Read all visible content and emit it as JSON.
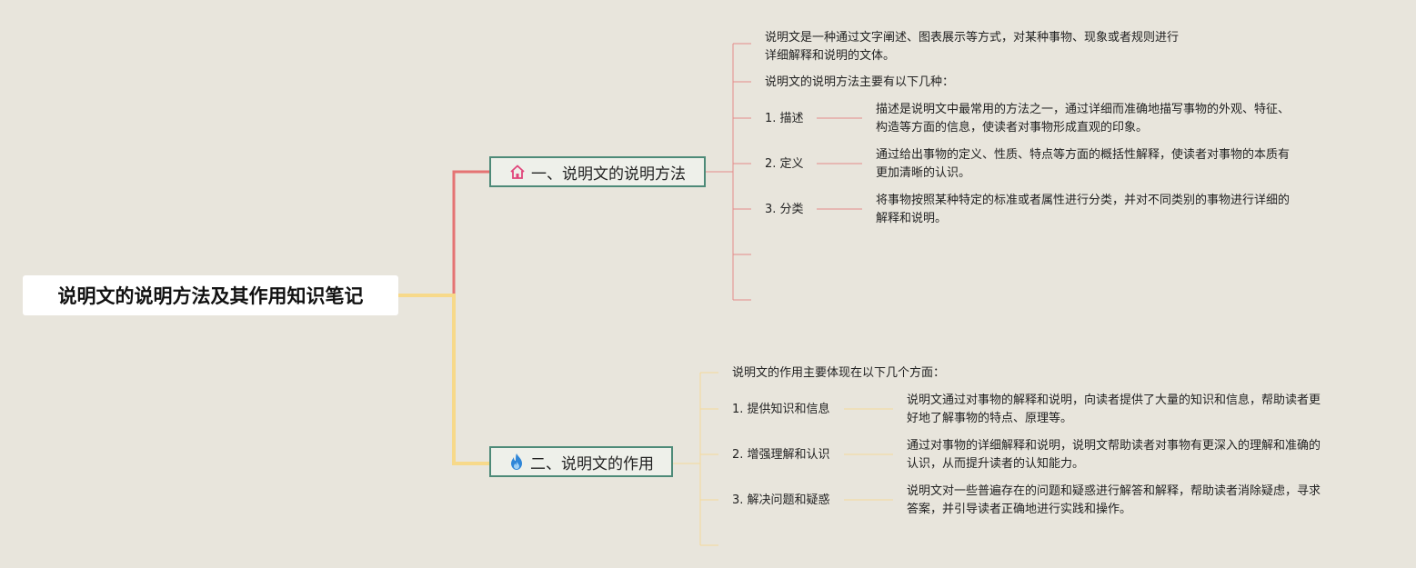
{
  "root": {
    "title": "说明文的说明方法及其作用知识笔记"
  },
  "branch1": {
    "label": "一、说明文的说明方法",
    "icon": "house-icon",
    "color": "#e57373",
    "intro_line1": "说明文是一种通过文字阐述、图表展示等方式，对某种事物、现象或者规则进行",
    "intro_line2": "详细解释和说明的文体。",
    "methods_title": "说明文的说明方法主要有以下几种：",
    "items": [
      {
        "label": "1. 描述",
        "desc_line1": "描述是说明文中最常用的方法之一，通过详细而准确地描写事物的外观、特征、",
        "desc_line2": "构造等方面的信息，使读者对事物形成直观的印象。"
      },
      {
        "label": "2. 定义",
        "desc_line1": "通过给出事物的定义、性质、特点等方面的概括性解释，使读者对事物的本质有",
        "desc_line2": "更加清晰的认识。"
      },
      {
        "label": "3. 分类",
        "desc_line1": "将事物按照某种特定的标准或者属性进行分类，并对不同类别的事物进行详细的",
        "desc_line2": "解释和说明。"
      }
    ]
  },
  "branch2": {
    "label": "二、说明文的作用",
    "icon": "fire-icon",
    "color": "#f7d98a",
    "intro": "说明文的作用主要体现在以下几个方面：",
    "items": [
      {
        "label": "1. 提供知识和信息",
        "desc_line1": "说明文通过对事物的解释和说明，向读者提供了大量的知识和信息，帮助读者更",
        "desc_line2": "好地了解事物的特点、原理等。"
      },
      {
        "label": "2. 增强理解和认识",
        "desc_line1": "通过对事物的详细解释和说明，说明文帮助读者对事物有更深入的理解和准确的",
        "desc_line2": "认识，从而提升读者的认知能力。"
      },
      {
        "label": "3. 解决问题和疑惑",
        "desc_line1": "说明文对一些普遍存在的问题和疑惑进行解答和解释，帮助读者消除疑虑，寻求",
        "desc_line2": "答案，并引导读者正确地进行实践和操作。"
      }
    ]
  }
}
